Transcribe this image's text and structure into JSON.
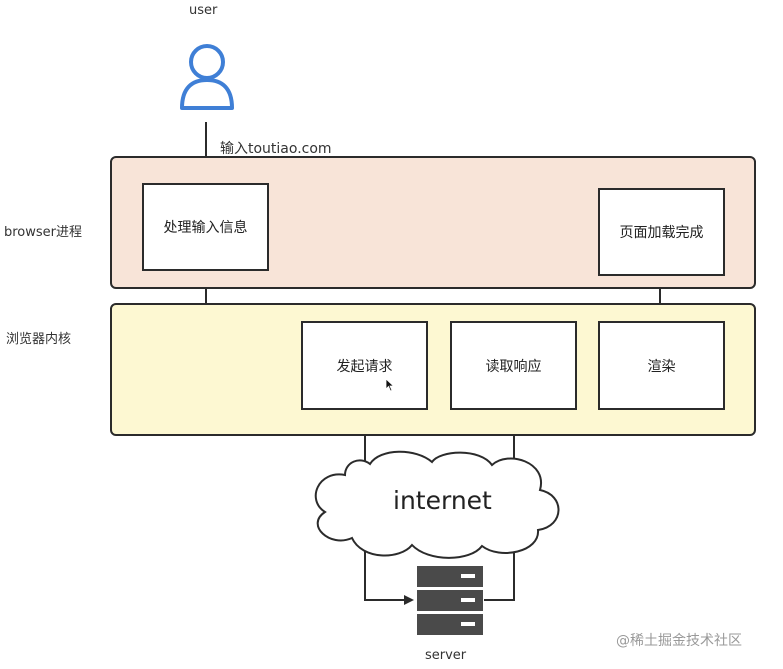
{
  "user": {
    "label": "user"
  },
  "input_label": "输入toutiao.com",
  "lanes": {
    "browser": {
      "label": "browser进程",
      "fill": "#f8e4d8"
    },
    "kernel": {
      "label": "浏览器内核",
      "fill": "#fdf8d2"
    }
  },
  "boxes": {
    "process_input": "处理输入信息",
    "page_loaded": "页面加载完成",
    "send_request": "发起请求",
    "read_response": "读取响应",
    "render": "渲染"
  },
  "internet": {
    "label": "internet"
  },
  "server": {
    "label": "server"
  },
  "watermark": "@稀土掘金技术社区",
  "colors": {
    "user_icon": "#3f7fd6",
    "line": "#2b2b2b",
    "server": "#4a4a4a"
  }
}
